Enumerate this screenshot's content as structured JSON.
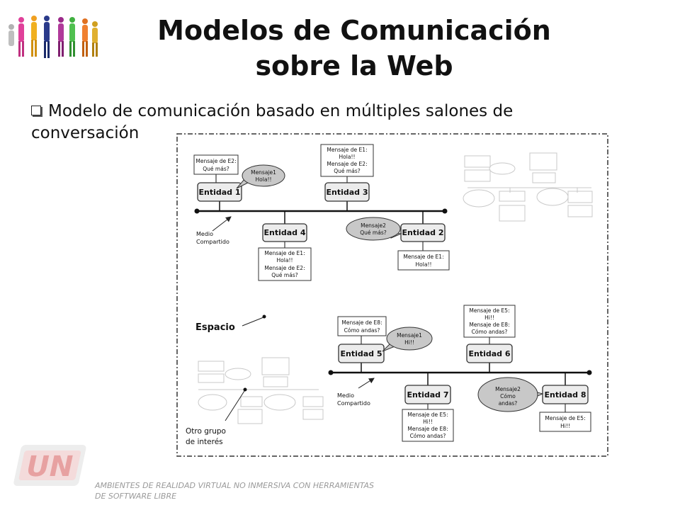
{
  "title": {
    "line1": "Modelos de Comunicación",
    "line2": "sobre la Web"
  },
  "bullet": {
    "text": "Modelo de comunicación  basado en múltiples salones de conversación"
  },
  "logo": {
    "letters": "UN"
  },
  "diagram": {
    "entities": {
      "e1": "Entidad 1",
      "e2": "Entidad 2",
      "e3": "Entidad 3",
      "e4": "Entidad 4",
      "e5": "Entidad 5",
      "e6": "Entidad 6",
      "e7": "Entidad 7",
      "e8": "Entidad 8"
    },
    "boxes": {
      "b_e1": [
        "Mensaje de E2:",
        "Qué más?"
      ],
      "b_e3": [
        "Mensaje de E1:",
        "Hola!!",
        "Mensaje de E2:",
        "Qué más?"
      ],
      "b_e4": [
        "Mensaje de E1:",
        "Hola!!",
        "Mensaje de E2:",
        "Qué más?"
      ],
      "b_e2": [
        "Mensaje de E1:",
        "Hola!!"
      ],
      "b_e5": [
        "Mensaje de E8:",
        "Cómo andas?"
      ],
      "b_e6": [
        "Mensaje de E5:",
        "Hi!!",
        "Mensaje de E8:",
        "Cómo andas?"
      ],
      "b_e7": [
        "Mensaje de E5:",
        "Hi!!",
        "Mensaje de E8:",
        "Cómo andas?"
      ],
      "b_e8": [
        "Mensaje de E5:",
        "Hi!!"
      ]
    },
    "bubbles": {
      "m1": [
        "Mensaje1",
        "Hola!!"
      ],
      "m2": [
        "Mensaje2",
        "Qué más?"
      ],
      "m3": [
        "Mensaje1",
        "Hi!!"
      ],
      "m4": [
        "Mensaje2",
        "Cómo",
        "andas?"
      ]
    },
    "labels": {
      "medio_top": [
        "Medio",
        "Compartido"
      ],
      "medio_bottom": [
        "Medio",
        "Compartido"
      ],
      "espacio": "Espacio",
      "otro_grupo": [
        "Otro grupo",
        "de interés"
      ]
    }
  },
  "footer": {
    "line1": "AMBIENTES DE REALIDAD VIRTUAL NO INMERSIVA CON HERRAMIENTAS",
    "line2": "DE SOFTWARE LIBRE"
  },
  "colors": {
    "bubble_fill": "#c8c8c8",
    "entity_fill": "#ececec",
    "accent_red": "#cc2222"
  }
}
